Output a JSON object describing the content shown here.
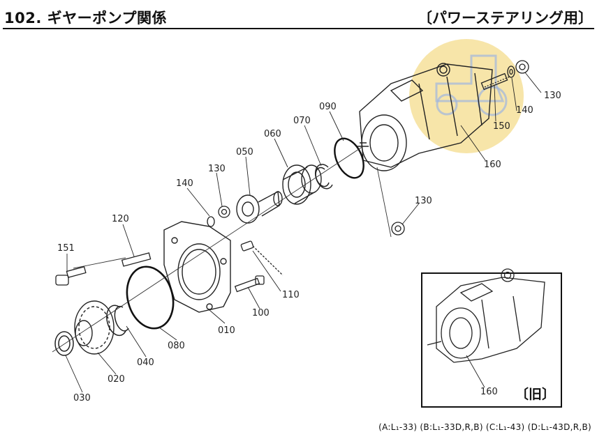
{
  "header": {
    "title": "102. ギヤーポンプ関係",
    "subtitle": "〔パワーステアリング用〕"
  },
  "parts": [
    {
      "id": "151",
      "label": "151"
    },
    {
      "id": "120",
      "label": "120"
    },
    {
      "id": "140a",
      "label": "140"
    },
    {
      "id": "130a",
      "label": "130"
    },
    {
      "id": "050",
      "label": "050"
    },
    {
      "id": "060",
      "label": "060"
    },
    {
      "id": "070",
      "label": "070"
    },
    {
      "id": "090",
      "label": "090"
    },
    {
      "id": "130b",
      "label": "130"
    },
    {
      "id": "140b",
      "label": "140"
    },
    {
      "id": "150",
      "label": "150"
    },
    {
      "id": "160a",
      "label": "160"
    },
    {
      "id": "130c",
      "label": "130"
    },
    {
      "id": "110",
      "label": "110"
    },
    {
      "id": "100",
      "label": "100"
    },
    {
      "id": "010",
      "label": "010"
    },
    {
      "id": "080",
      "label": "080"
    },
    {
      "id": "040",
      "label": "040"
    },
    {
      "id": "020",
      "label": "020"
    },
    {
      "id": "030",
      "label": "030"
    },
    {
      "id": "160b",
      "label": "160"
    }
  ],
  "inset": {
    "tag": "〔旧〕"
  },
  "footer": {
    "models": "(A:L₁-33) (B:L₁-33D,R,B) (C:L₁-43) (D:L₁-43D,R,B)"
  },
  "colors": {
    "watermark": "#f4dc8c",
    "ink": "#222222"
  }
}
